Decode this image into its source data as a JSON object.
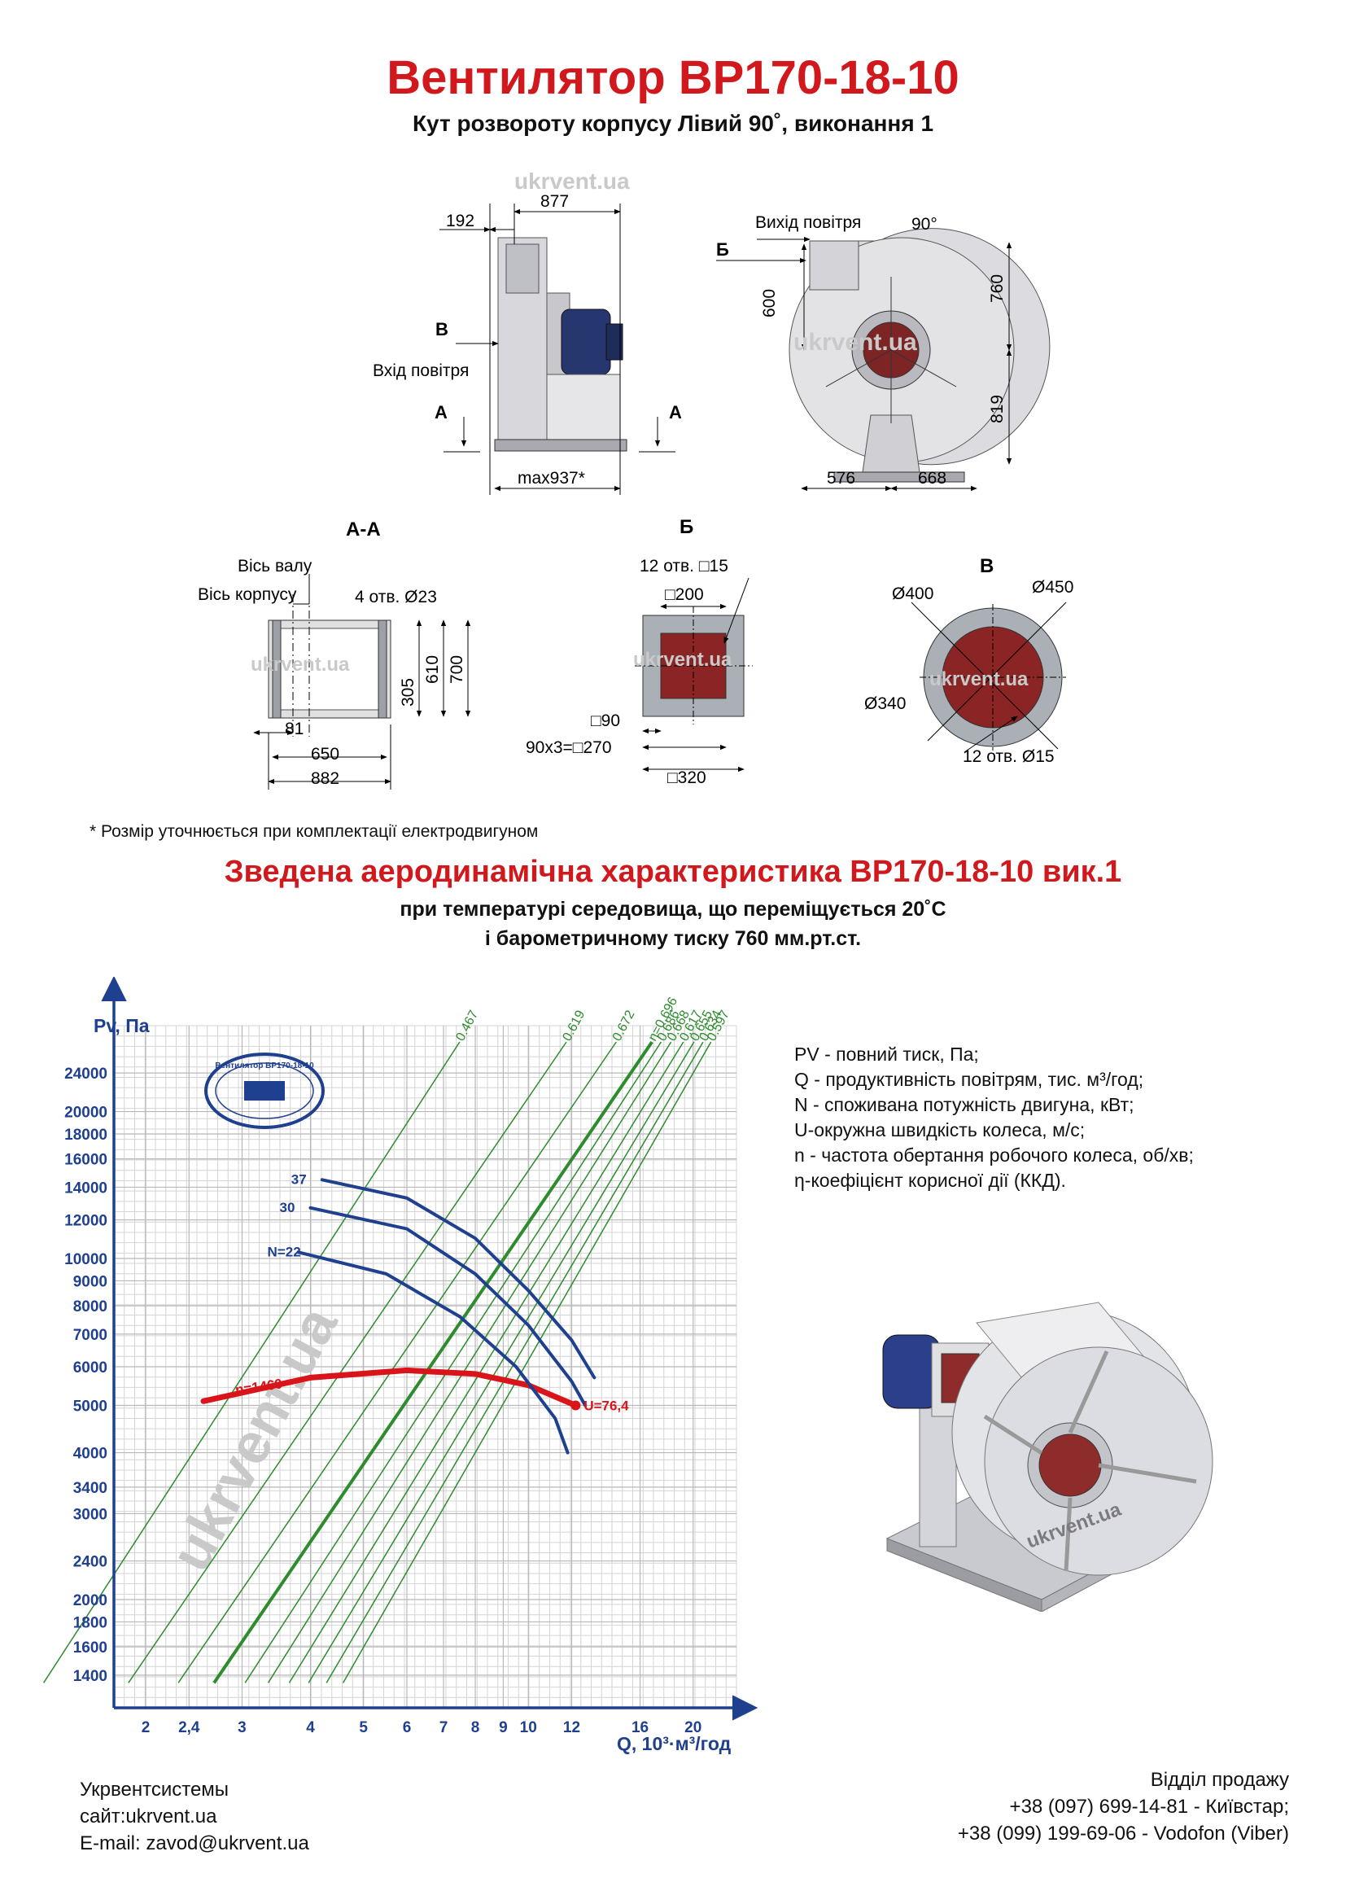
{
  "header": {
    "title": "Вентилятор ВР170-18-10",
    "subtitle": "Кут розвороту корпусу Лівий 90˚, виконання 1"
  },
  "side_view": {
    "dims": [
      "192",
      "877",
      "max937*"
    ],
    "labels": [
      "В",
      "Вхід повітря",
      "А",
      "А"
    ]
  },
  "front_view": {
    "labels": [
      "Вихід повітря",
      "90°",
      "Б"
    ],
    "dims": [
      "600",
      "760",
      "819",
      "576",
      "668"
    ],
    "watermark": "ukrvent.ua"
  },
  "section_aa": {
    "title": "А-А",
    "labels": [
      "Вісь валу",
      "Вісь корпусу",
      "4 отв. Ø23"
    ],
    "dims": [
      "305",
      "610",
      "700",
      "81",
      "650",
      "882"
    ]
  },
  "section_b": {
    "title": "Б",
    "dims": [
      "12 отв. □15",
      "□200",
      "□90",
      "90х3=□270",
      "□320"
    ]
  },
  "section_v": {
    "title": "В",
    "dims": [
      "Ø400",
      "Ø450",
      "Ø340",
      "12 отв. Ø15"
    ]
  },
  "footnote": "* Розмір уточнюється при комплектації електродвигуном",
  "aero": {
    "title": "Зведена аеродинамічна характеристика ВР170-18-10 вик.1",
    "sub1": "при температурі середовища, що переміщується 20˚С",
    "sub2": "і барометричному тиску 760 мм.рт.ст."
  },
  "legend": [
    "PV - повний тиск, Па;",
    "Q - продуктивність повітрям, тис. м³/год;",
    "N - споживана потужність двигуна, кВт;",
    "U-окружна швидкість колеса, м/с;",
    "n - частота обертання робочого колеса, об/хв;",
    "η-коефіцієнт корисної дії (ККД)."
  ],
  "chart_data": {
    "type": "line",
    "xlabel": "Q, 10³·м³/год",
    "ylabel": "Pv, Па",
    "x_scale": "log",
    "y_scale": "log",
    "xlim": [
      1.75,
      24
    ],
    "ylim": [
      1200,
      30000
    ],
    "x_ticks": [
      "2",
      "2,4",
      "3",
      "4",
      "5",
      "6",
      "7",
      "8",
      "9",
      "10",
      "12",
      "16",
      "20"
    ],
    "y_ticks": [
      "24000",
      "20000",
      "18000",
      "16000",
      "14000",
      "12000",
      "10000",
      "9000",
      "8000",
      "7000",
      "6000",
      "5000",
      "4000",
      "3400",
      "3000",
      "2400",
      "2000",
      "1800",
      "1600",
      "1400"
    ],
    "stamp_text": "Вентилятор ВР170-18-10",
    "watermark": "ukrvent.ua",
    "series": [
      {
        "name": "n=1460",
        "color": "#d9141b",
        "points": [
          [
            2.55,
            5100
          ],
          [
            4,
            5700
          ],
          [
            6,
            5900
          ],
          [
            8,
            5800
          ],
          [
            10,
            5500
          ],
          [
            12.2,
            5000
          ]
        ]
      },
      {
        "name": "U=76,4",
        "color": "#d9141b",
        "points": [
          [
            12.2,
            5000
          ]
        ]
      },
      {
        "name": "37",
        "color": "#1f3f8f",
        "points": [
          [
            4.2,
            14500
          ],
          [
            6,
            13300
          ],
          [
            8,
            11000
          ],
          [
            10,
            8600
          ],
          [
            12,
            6800
          ],
          [
            13.2,
            5700
          ]
        ]
      },
      {
        "name": "30",
        "color": "#1f3f8f",
        "points": [
          [
            4,
            12700
          ],
          [
            6,
            11500
          ],
          [
            8,
            9300
          ],
          [
            10,
            7300
          ],
          [
            12,
            5600
          ],
          [
            12.7,
            5000
          ]
        ]
      },
      {
        "name": "N=22",
        "color": "#1f3f8f",
        "points": [
          [
            3.8,
            10300
          ],
          [
            5.5,
            9300
          ],
          [
            7.5,
            7600
          ],
          [
            9.5,
            6000
          ],
          [
            11.2,
            4700
          ],
          [
            11.8,
            4000
          ]
        ]
      }
    ],
    "efficiency_lines": [
      {
        "label": "0.467",
        "color": "#2e8b2e"
      },
      {
        "label": "0.619",
        "color": "#2e8b2e"
      },
      {
        "label": "0.672",
        "color": "#2e8b2e"
      },
      {
        "label": "η=0.696",
        "color": "#2e8b2e"
      },
      {
        "label": "0.686",
        "color": "#2e8b2e"
      },
      {
        "label": "0.668",
        "color": "#2e8b2e"
      },
      {
        "label": "0.617",
        "color": "#2e8b2e"
      },
      {
        "label": "0.655",
        "color": "#2e8b2e"
      },
      {
        "label": "0.634",
        "color": "#2e8b2e"
      },
      {
        "label": "0.597",
        "color": "#2e8b2e"
      }
    ]
  },
  "footer": {
    "company": "Укрвентсистемы",
    "site": "сайт:ukrvent.ua",
    "email": "E-mail: zavod@ukrvent.ua",
    "sales_title": "Відділ продажу",
    "phone1": "+38 (097) 699-14-81 - Київстар;",
    "phone2": "+38 (099) 199-69-06 - Vodofon (Viber)"
  }
}
